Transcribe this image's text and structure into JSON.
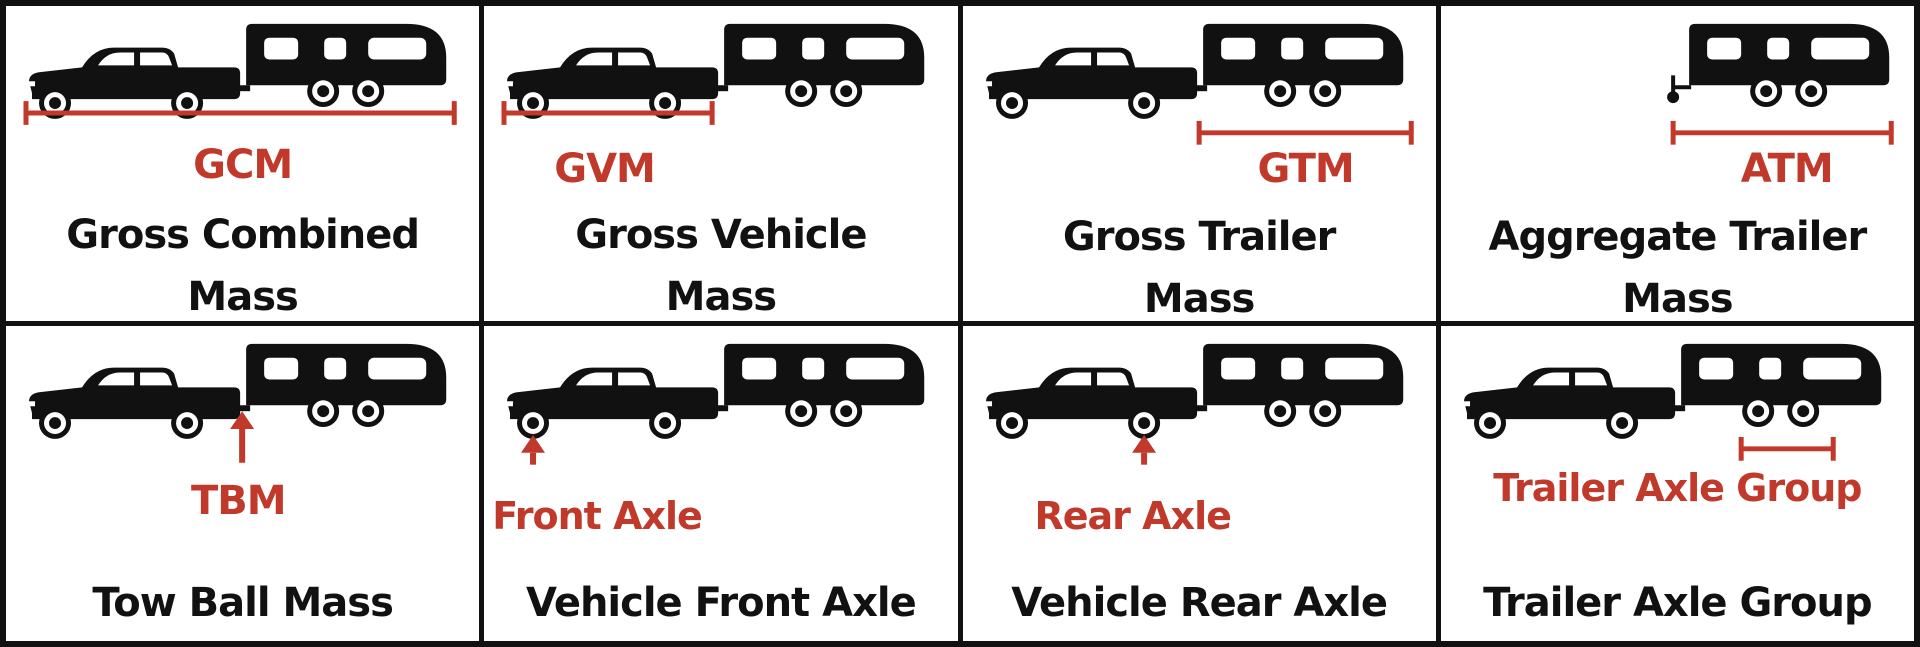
{
  "colors": {
    "accent": "#c0392b",
    "ink": "#111111",
    "background": "#ffffff"
  },
  "panels": [
    {
      "id": "gcm",
      "short": "GCM",
      "title_line1": "Gross Combined",
      "title_line2": "Mass"
    },
    {
      "id": "gvm",
      "short": "GVM",
      "title_line1": "Gross Vehicle",
      "title_line2": "Mass"
    },
    {
      "id": "gtm",
      "short": "GTM",
      "title_line1": "Gross Trailer",
      "title_line2": "Mass"
    },
    {
      "id": "atm",
      "short": "ATM",
      "title_line1": "Aggregate Trailer",
      "title_line2": "Mass"
    },
    {
      "id": "tbm",
      "short": "TBM",
      "title_line1": "Tow Ball Mass",
      "title_line2": ""
    },
    {
      "id": "vfa",
      "short": "Front Axle",
      "title_line1": "Vehicle Front Axle",
      "title_line2": ""
    },
    {
      "id": "vra",
      "short": "Rear Axle",
      "title_line1": "Vehicle Rear Axle",
      "title_line2": ""
    },
    {
      "id": "tag",
      "short": "Trailer Axle Group",
      "title_line1": "Trailer Axle Group",
      "title_line2": ""
    }
  ],
  "icons": {
    "vehicle": "ute-icon",
    "trailer": "caravan-icon",
    "measure": "measure-bracket-icon",
    "pointer": "up-arrow-icon",
    "hitch": "hitch-icon"
  }
}
